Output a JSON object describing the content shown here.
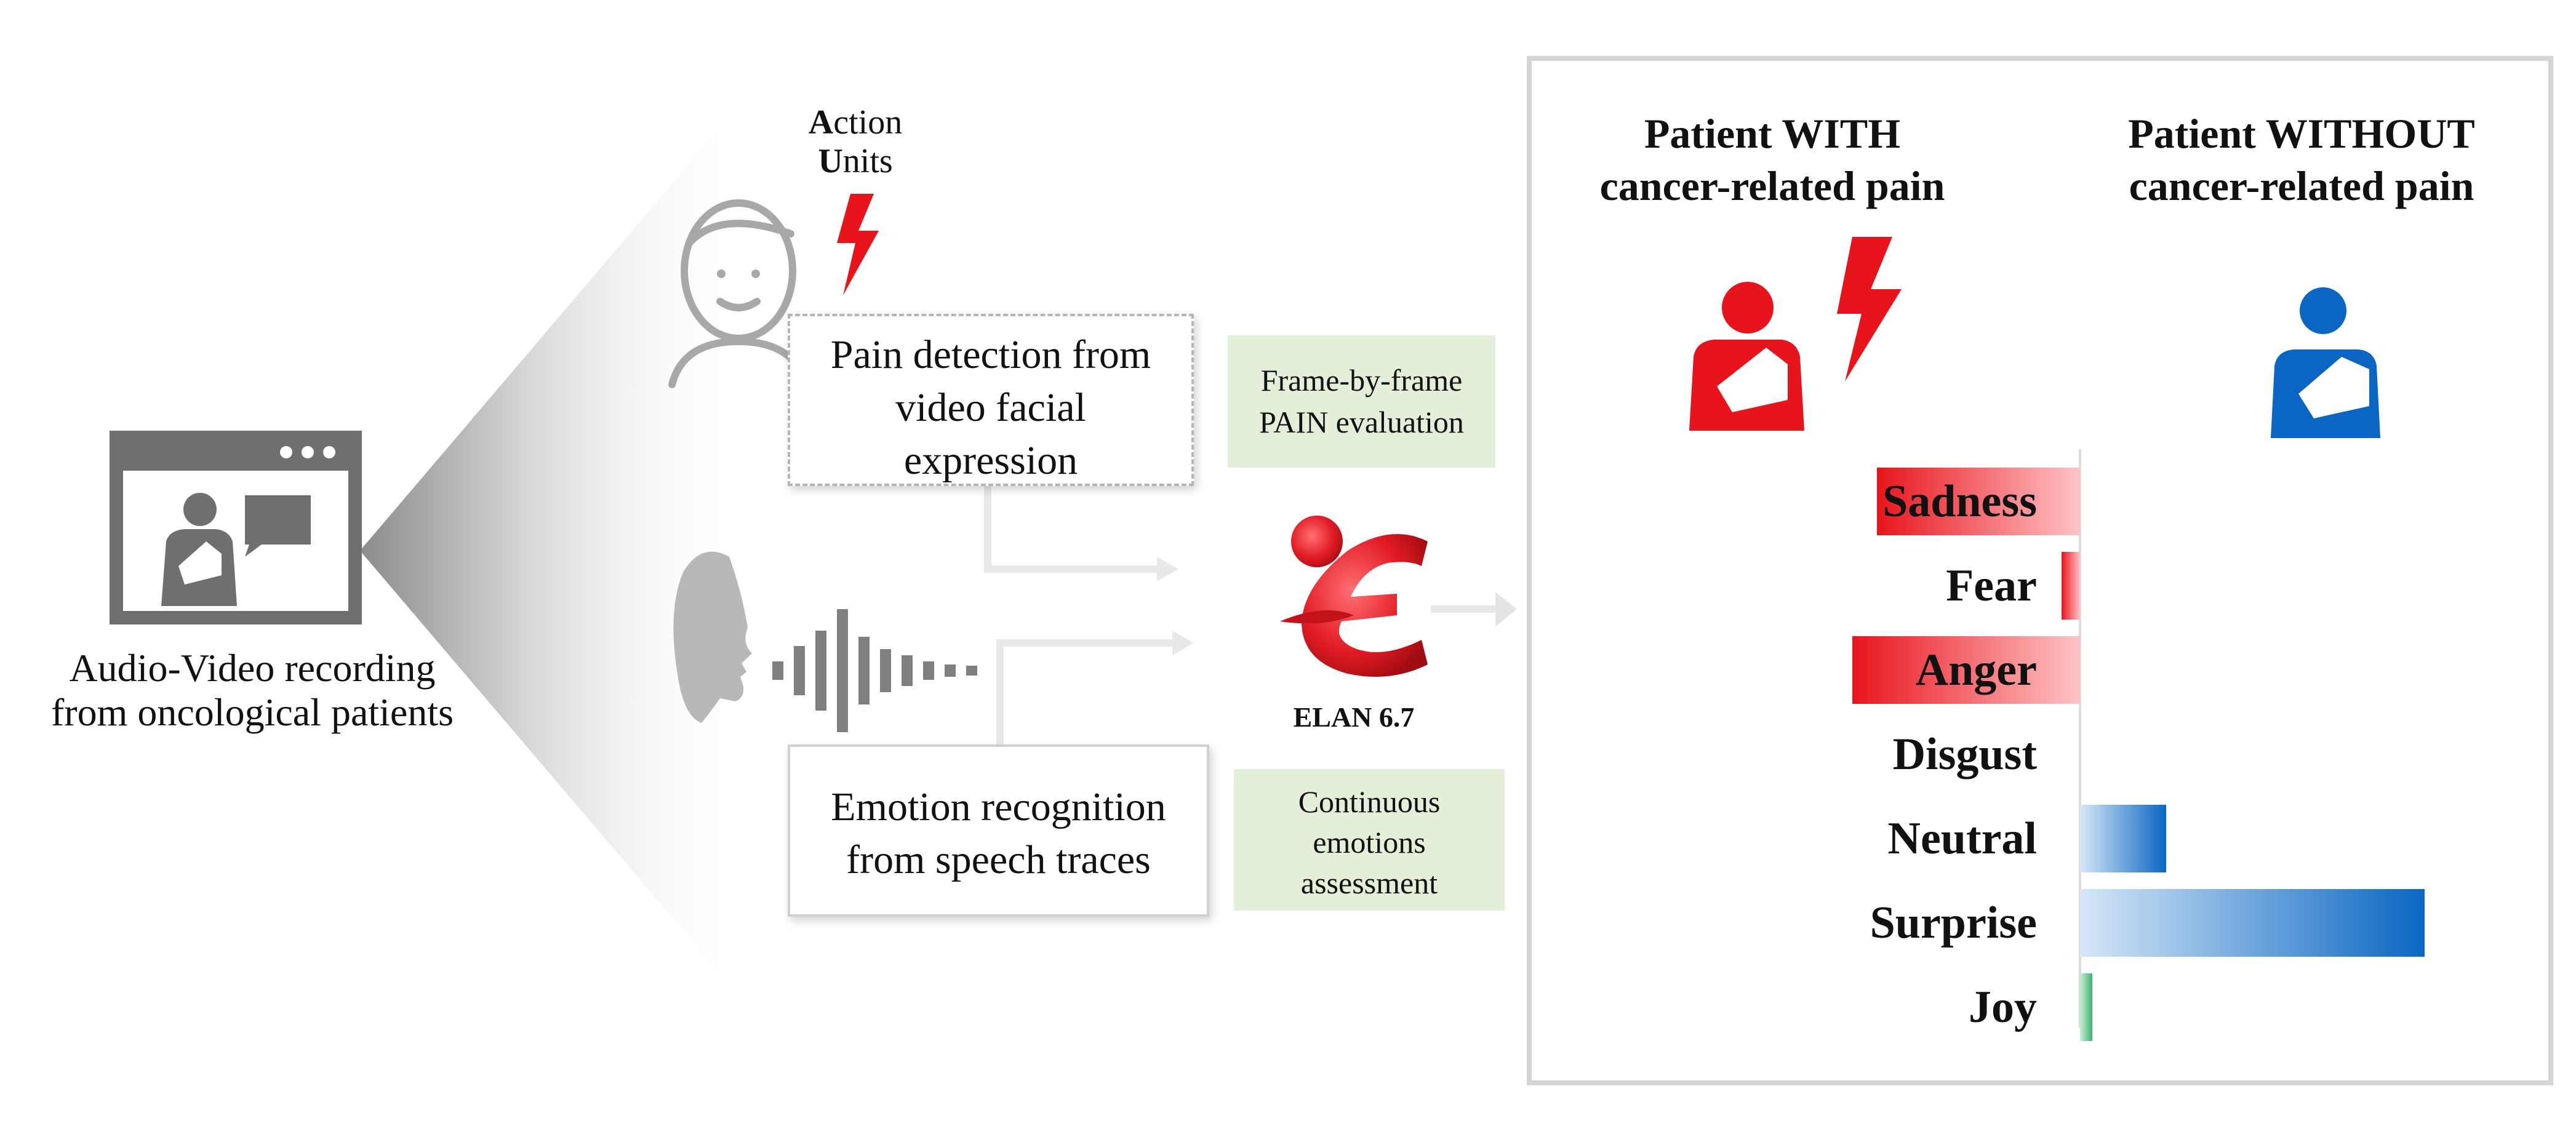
{
  "recording": {
    "caption_line1": "Audio-Video recording",
    "caption_line2": "from oncological patients"
  },
  "action_units": {
    "line1_initial": "A",
    "line1_rest": "ction",
    "line2_initial": "U",
    "line2_rest": "nits"
  },
  "pain_box": {
    "line1": "Pain detection from",
    "line2": "video facial",
    "line3": "expression"
  },
  "emotion_box": {
    "line1": "Emotion recognition",
    "line2": "from speech traces"
  },
  "frame_note": {
    "line1": "Frame-by-frame",
    "line2": "PAIN evaluation"
  },
  "continuous_note": {
    "line1": "Continuous",
    "line2": "emotions",
    "line3": "assessment"
  },
  "elan": {
    "label": "ELAN 6.7"
  },
  "results_panel": {
    "with_title_line1": "Patient WITH",
    "with_title_line2": "cancer-related pain",
    "without_title_line1": "Patient WITHOUT",
    "without_title_line2": "cancer-related pain"
  },
  "colors": {
    "pain_red": "#e8141c",
    "no_pain_blue": "#0a66c2",
    "joy_green": "#3cb371",
    "note_green": "#e4efd9",
    "gray_icon": "#6f6f6f"
  },
  "chart_data": {
    "type": "bar",
    "orientation": "diverging-horizontal",
    "categories": [
      "Sadness",
      "Fear",
      "Anger",
      "Disgust",
      "Neutral",
      "Surprise",
      "Joy"
    ],
    "series": [
      {
        "values": [
          -0.33,
          -0.03,
          -0.37,
          0,
          0,
          0,
          0
        ]
      },
      {
        "values": [
          0,
          0,
          0,
          0,
          0.14,
          0.56,
          0.02
        ]
      }
    ]
  }
}
